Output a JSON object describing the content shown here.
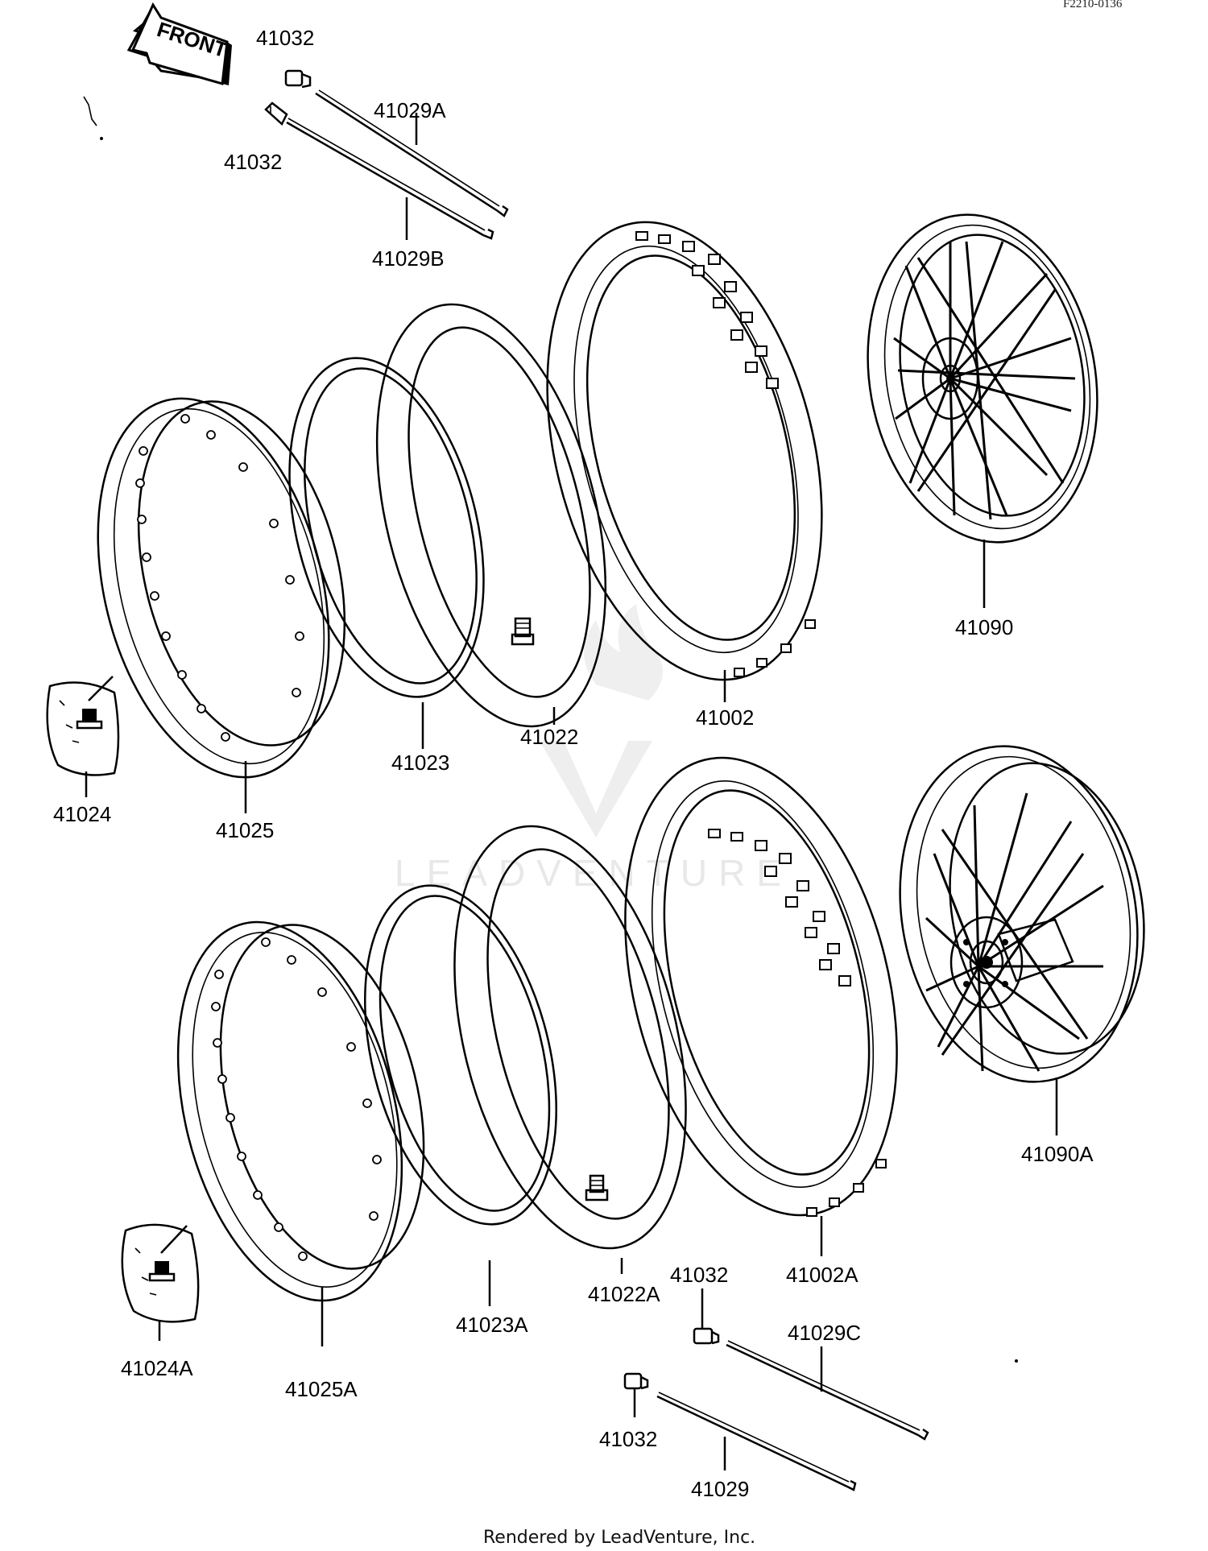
{
  "diagram": {
    "ref_code": "F2210-0136",
    "front_arrow": "FRONT",
    "watermark": "LEADVENTURE",
    "credit": "Rendered by LeadVenture, Inc.",
    "labels": {
      "l41032_a": "41032",
      "l41029A": "41029A",
      "l41032_b": "41032",
      "l41029B": "41029B",
      "l41090": "41090",
      "l41002": "41002",
      "l41022": "41022",
      "l41023": "41023",
      "l41024": "41024",
      "l41025": "41025",
      "l41090A": "41090A",
      "l41002A": "41002A",
      "l41022A": "41022A",
      "l41023A": "41023A",
      "l41024A": "41024A",
      "l41025A": "41025A",
      "l41032_c": "41032",
      "l41029C": "41029C",
      "l41032_d": "41032",
      "l41029": "41029"
    }
  }
}
